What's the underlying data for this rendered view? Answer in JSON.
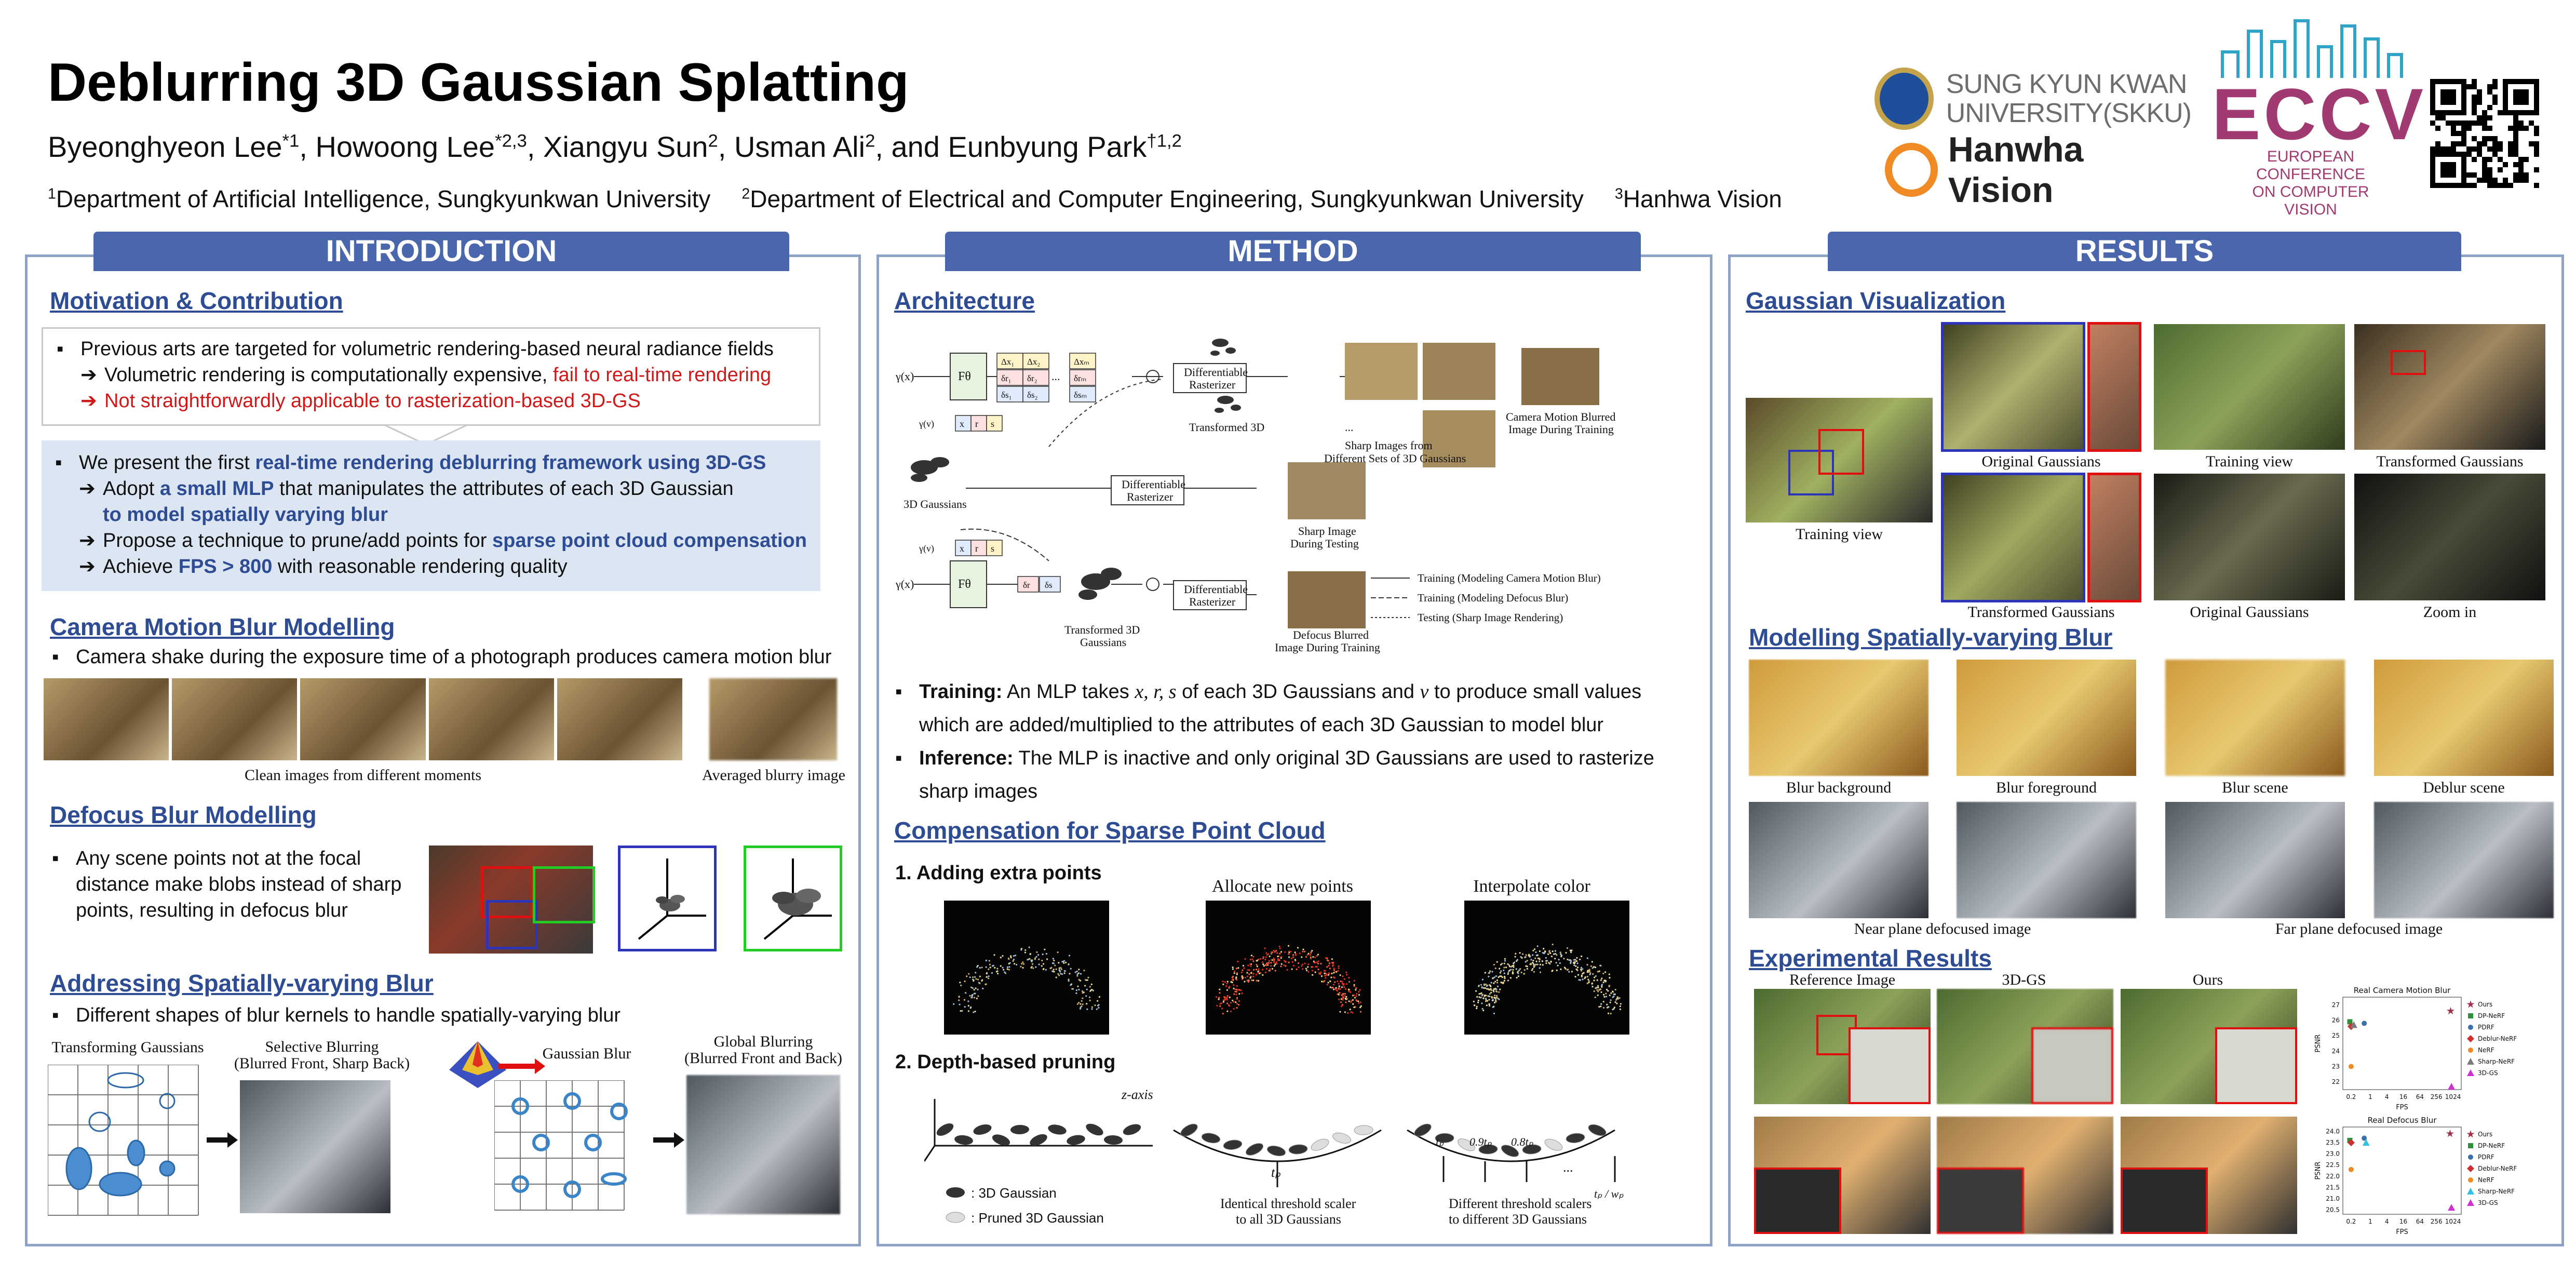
{
  "header": {
    "title": "Deblurring 3D Gaussian Splatting",
    "authors": [
      {
        "name": "Byeonghyeon Lee",
        "mark": "*1",
        "sep": ", "
      },
      {
        "name": "Howoong Lee",
        "mark": "*2,3",
        "sep": ", "
      },
      {
        "name": "Xiangyu Sun",
        "mark": "2",
        "sep": ", "
      },
      {
        "name": "Usman Ali",
        "mark": "2",
        "sep": ", and "
      },
      {
        "name": "Eunbyung Park",
        "mark": "†1,2",
        "sep": ""
      }
    ],
    "affiliations": [
      {
        "num": "1",
        "text": "Department of Artificial Intelligence, Sungkyunkwan University"
      },
      {
        "num": "2",
        "text": "Department of Electrical and Computer Engineering, Sungkyunkwan University"
      },
      {
        "num": "3",
        "text": "Hanhwa Vision"
      }
    ]
  },
  "logos": {
    "skku_line1": "SUNG KYUN KWAN",
    "skku_line2": "UNIVERSITY(SKKU)",
    "hanwha": "Hanwha Vision",
    "eccv": "ECCV",
    "eccv_sub": [
      "EUROPEAN",
      "CONFERENCE",
      "ON COMPUTER",
      "VISION"
    ],
    "icons": [
      "skku-emblem-icon",
      "hanwha-ring-icon",
      "qr-code-icon"
    ],
    "colors": {
      "skku": "#1f4f9b",
      "hanwha": "#f08a24",
      "eccv": "#a03a70"
    }
  },
  "intro": {
    "banner": "INTRODUCTION",
    "motivation": {
      "heading": "Motivation & Contribution",
      "b1": "Previous arts are targeted for volumetric rendering-based neural radiance fields",
      "b1a_plain": "Volumetric rendering is computationally expensive, ",
      "b1a_red": "fail to real-time rendering",
      "b1b_red": "Not straightforwardly applicable to rasterization-based 3D-GS",
      "b2_plain": "We present the first ",
      "b2_blue": "real-time rendering deblurring framework using 3D-GS",
      "a1_plain": "Adopt ",
      "a1_blue": "a small MLP",
      "a1_rest": " that manipulates the attributes of each 3D Gaussian",
      "a1_line2": "to model spatially varying blur",
      "a2_plain": "Propose a technique to prune/add points for ",
      "a2_blue": "sparse point cloud compensation",
      "a3_plain": "Achieve ",
      "a3_blue": "FPS > 800",
      "a3_rest": " with reasonable rendering quality"
    },
    "camera": {
      "heading": "Camera Motion Blur Modelling",
      "bullet": "Camera shake during the exposure time of a photograph produces camera motion blur",
      "cap1": "Clean images from different moments",
      "cap2": "Averaged blurry image"
    },
    "defocus": {
      "heading": "Defocus Blur Modelling",
      "line1": "Any scene points not at the focal",
      "line2": "distance make blobs instead of sharp",
      "line3": "points, resulting in defocus blur"
    },
    "spatial": {
      "heading": "Addressing Spatially-varying Blur",
      "bullet": "Different shapes of blur kernels to handle spatially-varying blur",
      "lab1": "Transforming  Gaussians",
      "lab2a": "Selective Blurring",
      "lab2b": "(Blurred Front, Sharp Back)",
      "lab3": "Gaussian Blur",
      "lab4a": "Global Blurring",
      "lab4b": "(Blurred Front and Back)"
    }
  },
  "method": {
    "banner": "METHOD",
    "arch": {
      "heading": "Architecture",
      "rast1": "Differentiable",
      "rast2": "Rasterizer",
      "transformed_a": "Transformed 3D",
      "transformed_b": "Gaussians",
      "sharp_sets_a": "Sharp Images from",
      "sharp_sets_b": "Different Sets of 3D Gaussians",
      "camera_out_a": "Camera Motion Blurred",
      "camera_out_b": "Image During Training",
      "gauss3d": "3D Gaussians",
      "sharp_test_a": "Sharp Image",
      "sharp_test_b": "During Testing",
      "defocus_out_a": "Defocus Blurred",
      "defocus_out_b": "Image During Training",
      "legend1": "Training (Modeling Camera Motion Blur)",
      "legend2": "Training (Modeling Defocus Blur)",
      "legend3": "Testing (Sharp Image Rendering)",
      "ellipsis": "...",
      "fth": "Fθ",
      "gamma_v": "γ(v)",
      "gamma_x": "γ(x)",
      "gamma_v2": "γ(v)",
      "gamma_x2": "γ(x)",
      "cell_x": "x",
      "cell_r": "r",
      "cell_s": "s",
      "cell_x2": "x",
      "cell_r2": "r",
      "cell_s2": "s",
      "dx1": "Δx₁",
      "dx2": "Δx₂",
      "dxm": "Δxₘ",
      "dr1": "δr₁",
      "dr2": "δr₂",
      "drm": "δrₘ",
      "ds1": "δs₁",
      "ds2": "δs₂",
      "dsm": "δsₘ",
      "dr": "δr",
      "ds": "δs"
    },
    "training_label": "Training:",
    "training_text1_a": " An MLP takes ",
    "training_vars": "x, r, s",
    "training_text1_b": " of each 3D Gaussians and ",
    "training_v": "v",
    "training_text1_c": " to produce small values",
    "training_text2": "which are added/multiplied to the attributes of each 3D Gaussian to model blur",
    "inference_label": "Inference:",
    "inference_text1": " The MLP is inactive and only original 3D Gaussians are used to rasterize",
    "inference_text2": "sharp images",
    "comp": {
      "heading": "Compensation for Sparse Point Cloud",
      "step1": "1.   Adding extra points",
      "cap_alloc": "Allocate new points",
      "cap_interp": "Interpolate color",
      "step2": "2.   Depth-based pruning",
      "zaxis": "z-axis",
      "leg_3d": ": 3D Gaussian",
      "leg_pruned": ": Pruned 3D Gaussian",
      "tp": "tₚ",
      "tp09": "0.9tₚ",
      "tp08": "0.8tₚ",
      "tp_wp": "tₚ / wₚ",
      "ellipsis": "...",
      "cap_identical_a": "Identical threshold scaler",
      "cap_identical_b": "to all 3D Gaussians",
      "cap_diff_a": "Different threshold scalers",
      "cap_diff_b": "to different 3D Gaussians"
    }
  },
  "results": {
    "banner": "RESULTS",
    "gv": {
      "heading": "Gaussian Visualization",
      "training_view": "Training view",
      "original": "Original Gaussians",
      "transformed": "Transformed Gaussians",
      "training_view2": "Training view",
      "transformed2": "Transformed Gaussians",
      "original2": "Original Gaussians",
      "zoom": "Zoom in"
    },
    "msb": {
      "heading": "Modelling Spatially-varying Blur",
      "c1": "Blur background",
      "c2": "Blur foreground",
      "c3": "Blur scene",
      "c4": "Deblur scene",
      "near": "Near plane defocused image",
      "far": "Far plane defocused image"
    },
    "exp": {
      "heading": "Experimental Results",
      "ref": "Reference Image",
      "gs": "3D-GS",
      "ours": "Ours"
    }
  },
  "chart_data": [
    {
      "type": "scatter",
      "title": "Real Camera Motion Blur",
      "xlabel": "FPS",
      "ylabel": "PSNR",
      "x_scale": "log2",
      "x_ticks": [
        "0.2",
        "1",
        "4",
        "16",
        "64",
        "256",
        "1024"
      ],
      "y_ticks": [
        "22",
        "23",
        "24",
        "25",
        "26",
        "27"
      ],
      "ylim": [
        21.5,
        27.5
      ],
      "legend_position": "right",
      "series": [
        {
          "name": "Ours",
          "marker": "star",
          "color": "#a0304a",
          "x": 840,
          "y": 26.6
        },
        {
          "name": "DP-NeRF",
          "marker": "square",
          "color": "#2f8f3a",
          "x": 0.18,
          "y": 25.9
        },
        {
          "name": "PDRF",
          "marker": "circle",
          "color": "#3a6fb0",
          "x": 0.6,
          "y": 25.8
        },
        {
          "name": "Deblur-NeRF",
          "marker": "diamond",
          "color": "#cc3030",
          "x": 0.2,
          "y": 25.6
        },
        {
          "name": "NeRF",
          "marker": "circle",
          "color": "#f08a24",
          "x": 0.2,
          "y": 23.0
        },
        {
          "name": "Sharp-NeRF",
          "marker": "triangle",
          "color": "#7a7a7a",
          "x": 0.25,
          "y": 25.7
        },
        {
          "name": "3D-GS",
          "marker": "triangle",
          "color": "#d030d0",
          "x": 900,
          "y": 21.7
        }
      ]
    },
    {
      "type": "scatter",
      "title": "Real Defocus Blur",
      "xlabel": "FPS",
      "ylabel": "PSNR",
      "x_scale": "log2",
      "x_ticks": [
        "0.2",
        "1",
        "4",
        "16",
        "64",
        "256",
        "1024"
      ],
      "y_ticks": [
        "20.5",
        "21.0",
        "21.5",
        "22.0",
        "22.5",
        "23.0",
        "23.5",
        "24.0"
      ],
      "ylim": [
        20.3,
        24.2
      ],
      "legend_position": "right",
      "series": [
        {
          "name": "Ours",
          "marker": "star",
          "color": "#a0304a",
          "x": 800,
          "y": 23.9
        },
        {
          "name": "DP-NeRF",
          "marker": "square",
          "color": "#2f8f3a",
          "x": 0.18,
          "y": 23.6
        },
        {
          "name": "PDRF",
          "marker": "circle",
          "color": "#3a6fb0",
          "x": 0.6,
          "y": 23.7
        },
        {
          "name": "Deblur-NeRF",
          "marker": "diamond",
          "color": "#cc3030",
          "x": 0.2,
          "y": 23.5
        },
        {
          "name": "NeRF",
          "marker": "circle",
          "color": "#f08a24",
          "x": 0.2,
          "y": 22.3
        },
        {
          "name": "Sharp-NeRF",
          "marker": "triangle",
          "color": "#34c0e0",
          "x": 0.7,
          "y": 23.5
        },
        {
          "name": "3D-GS",
          "marker": "triangle",
          "color": "#d030d0",
          "x": 900,
          "y": 20.6
        }
      ]
    }
  ]
}
